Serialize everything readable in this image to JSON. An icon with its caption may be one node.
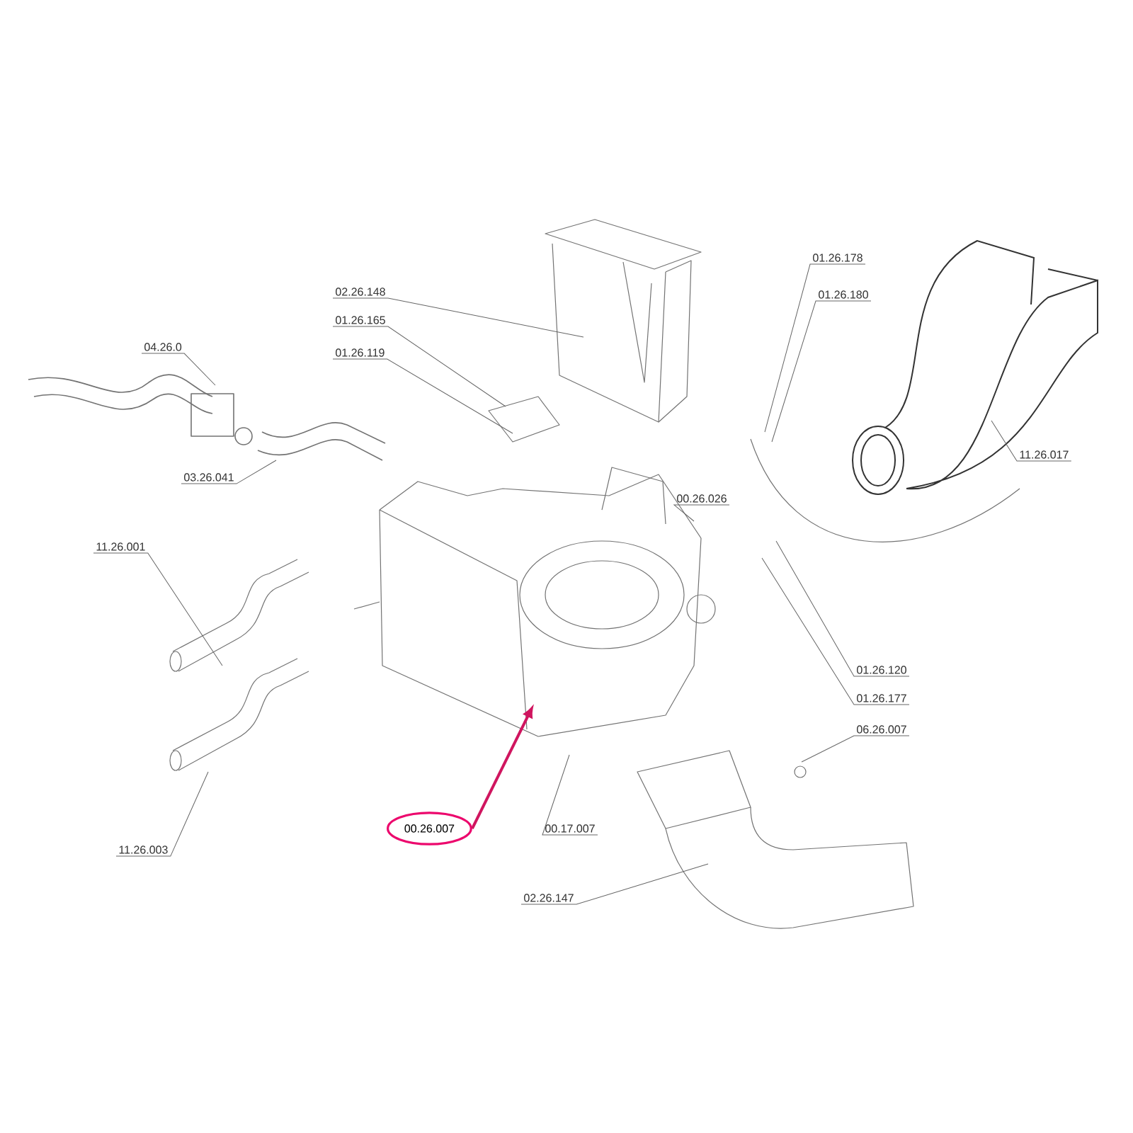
{
  "diagram": {
    "nodes": [
      {
        "text": [
          "01.26.178"
        ]
      },
      {
        "text": [
          "02.26.148"
        ]
      },
      {
        "text": [
          "01.26.180"
        ]
      },
      {
        "text": [
          "01.26.165"
        ]
      },
      {
        "text": [
          "04.26.0"
        ]
      },
      {
        "text": [
          "01.26.119"
        ]
      },
      {
        "text": [
          "11.26.017"
        ]
      },
      {
        "text": [
          "03.26.041"
        ]
      },
      {
        "text": [
          "00.26.026"
        ]
      },
      {
        "text": [
          "11.26.001"
        ]
      },
      {
        "text": [
          "01.26.120"
        ]
      },
      {
        "text": [
          "01.26.177"
        ]
      },
      {
        "text": [
          "06.26.007"
        ]
      },
      {
        "text": [
          "00.26.007"
        ]
      },
      {
        "text": [
          "00.17.007"
        ]
      },
      {
        "text": [
          "11.26.003"
        ]
      },
      {
        "text": [
          "02.26.147"
        ]
      }
    ],
    "edges": [
      {
        "from": 0,
        "to": null,
        "arrow": "none"
      },
      {
        "from": 1,
        "to": null,
        "arrow": "none"
      },
      {
        "from": 2,
        "to": null,
        "arrow": "none"
      },
      {
        "from": 3,
        "to": null,
        "arrow": "none"
      },
      {
        "from": 4,
        "to": null,
        "arrow": "none"
      },
      {
        "from": 5,
        "to": null,
        "arrow": "none"
      },
      {
        "from": 6,
        "to": null,
        "arrow": "none"
      },
      {
        "from": 7,
        "to": null,
        "arrow": "none"
      },
      {
        "from": 8,
        "to": null,
        "arrow": "none"
      },
      {
        "from": 9,
        "to": null,
        "arrow": "none"
      },
      {
        "from": 10,
        "to": null,
        "arrow": "none"
      },
      {
        "from": 11,
        "to": null,
        "arrow": "none"
      },
      {
        "from": 12,
        "to": null,
        "arrow": "none"
      },
      {
        "from": 13,
        "to": null,
        "arrow": "to",
        "style": "thick",
        "color": "#d0155f"
      },
      {
        "from": 14,
        "to": null,
        "arrow": "none"
      },
      {
        "from": 15,
        "to": null,
        "arrow": "none"
      },
      {
        "from": 16,
        "to": null,
        "arrow": "none"
      }
    ]
  }
}
